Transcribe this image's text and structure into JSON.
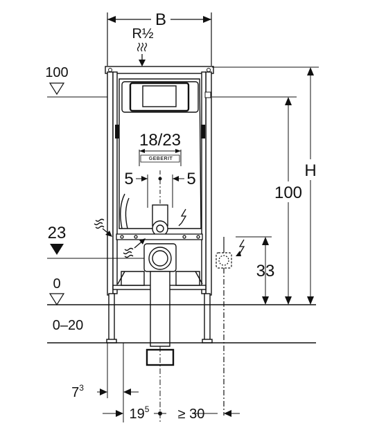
{
  "dimensions": {
    "width": "B",
    "connection": "R½",
    "flush_plate_size": "18/23",
    "left_offset": "5",
    "right_offset": "5",
    "top_level": "100",
    "tank_height": "100",
    "height": "H",
    "supply_level": "23",
    "socket_height": "33",
    "floor_level": "0",
    "adjust_range": "0–20",
    "foot_offset_main": "7",
    "foot_offset_sup": "3",
    "drain_offset_main": "19",
    "drain_offset_sup": "5",
    "socket_distance": "≥ 30"
  },
  "logo_text": "GEBERIT",
  "colors": {
    "line": "#111111",
    "frame": "#1a1a1a",
    "fill": "#ffffff"
  }
}
